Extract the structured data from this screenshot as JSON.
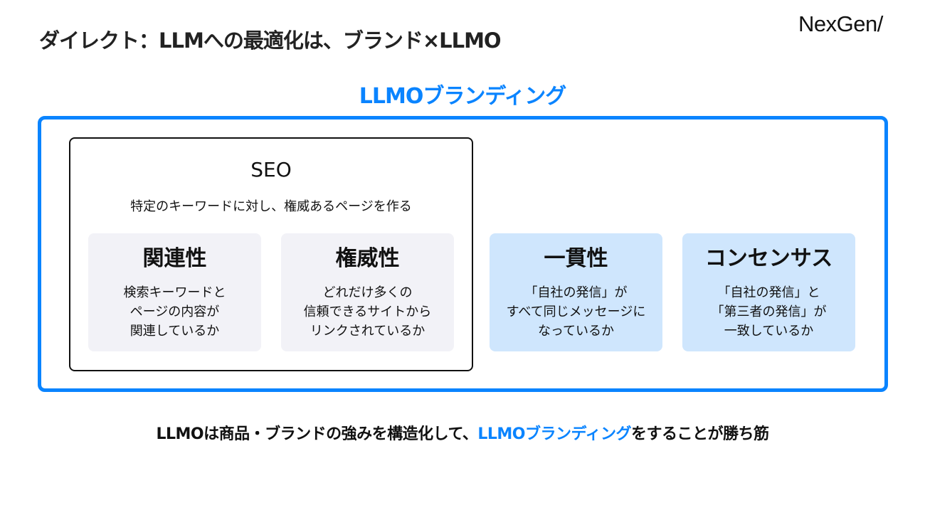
{
  "header": {
    "title": "ダイレクト：LLMへの最適化は、ブランド×LLMO",
    "logo": "NexGen/"
  },
  "diagram": {
    "section_title": "LLMOブランディング",
    "seo": {
      "title": "SEO",
      "subtitle": "特定のキーワードに対し、権威あるページを作る"
    },
    "cards": [
      {
        "title": "関連性",
        "body": "検索キーワードと\nページの内容が\n関連しているか"
      },
      {
        "title": "権威性",
        "body": "どれだけ多くの\n信頼できるサイトから\nリンクされているか"
      },
      {
        "title": "一貫性",
        "body": "「自社の発信」が\nすべて同じメッセージに\nなっているか"
      },
      {
        "title": "コンセンサス",
        "body": "「自社の発信」と\n「第三者の発信」が\n一致しているか"
      }
    ]
  },
  "footer": {
    "part1": "LLMOは商品・ブランドの強みを構造化して、",
    "highlight": "LLMOブランディング",
    "part2": "をすることが勝ち筋"
  },
  "colors": {
    "accent": "#0a84ff",
    "card_gray": "#f2f2f7",
    "card_blue": "#cfe6fd"
  }
}
